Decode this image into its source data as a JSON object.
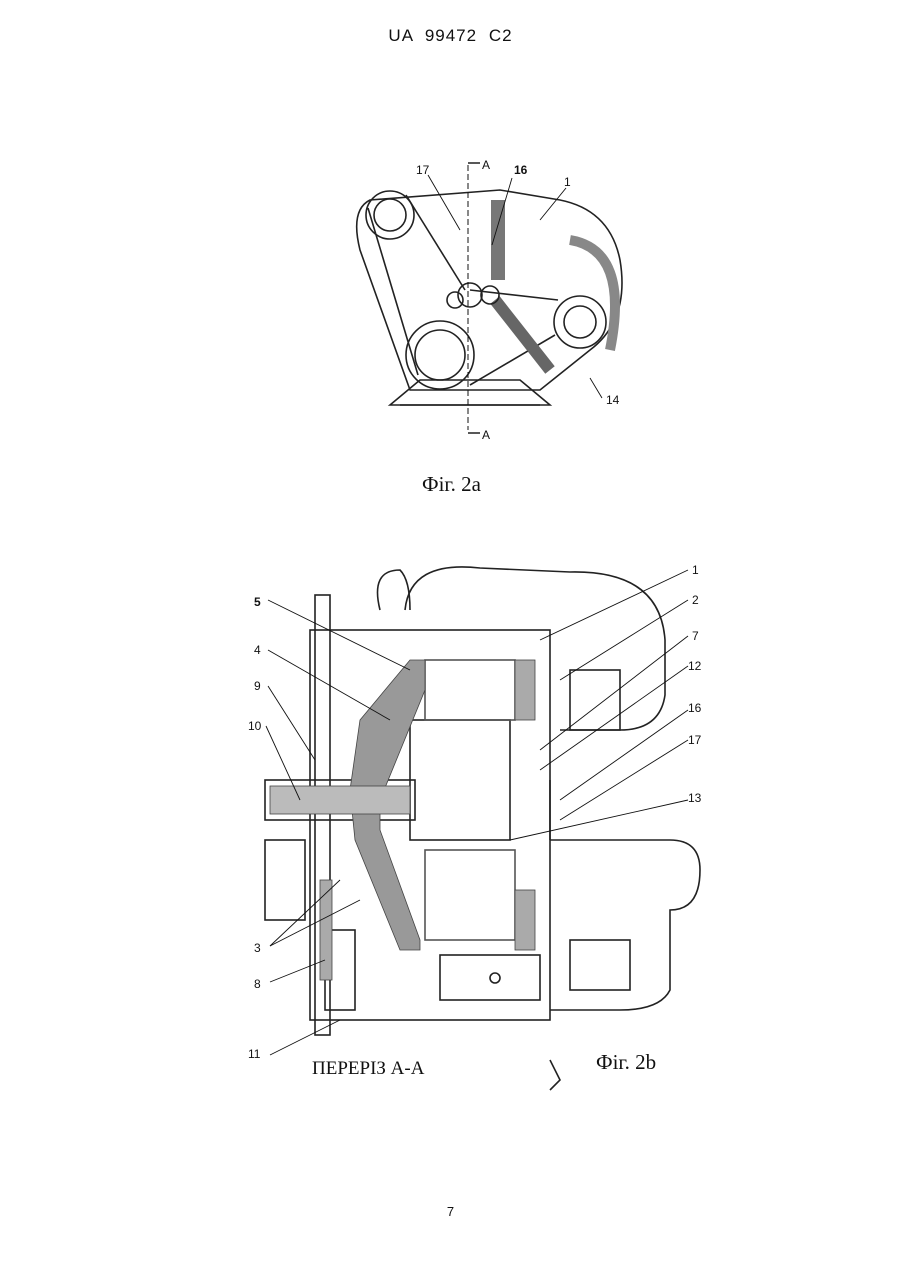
{
  "header": {
    "patent_number": "UA   99472   C2"
  },
  "figure_a": {
    "caption": "Фіг. 2а",
    "section_marks": [
      "A",
      "A"
    ],
    "labels": [
      "17",
      "16",
      "1",
      "14"
    ]
  },
  "figure_b": {
    "caption": "Фіг. 2b",
    "section_title": "ПЕРЕРІЗ А-А",
    "labels_left": [
      "5",
      "4",
      "9",
      "10",
      "3",
      "8",
      "11"
    ],
    "labels_right": [
      "1",
      "2",
      "7",
      "12",
      "16",
      "17",
      "13"
    ]
  },
  "footer": {
    "page_number": "7"
  }
}
